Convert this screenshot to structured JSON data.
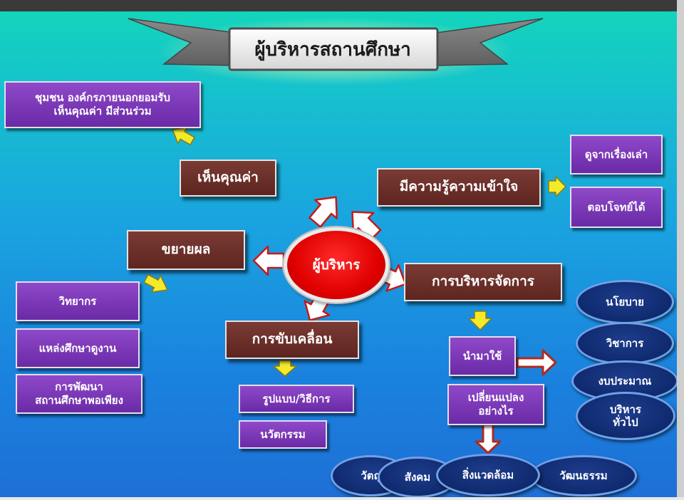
{
  "title": "ผู้บริหารสถานศึกษา",
  "center": "ผู้บริหาร",
  "nodes": {
    "see_value": "เห็นคุณค่า",
    "understanding": "มีความรู้ความเข้าใจ",
    "expand": "ขยายผล",
    "management": "การบริหารจัดการ",
    "driving": "การขับเคลื่อน"
  },
  "community": [
    "ชุมชน องค์กรภายนอกยอมรับ",
    "เห็นคุณค่า มีส่วนร่วม"
  ],
  "understanding_items": [
    "ดูจากเรื่องเล่า",
    "ตอบโจทย์ได้"
  ],
  "expand_items": [
    "วิทยากร",
    "แหล่งศึกษาดูงาน"
  ],
  "expand_item3": [
    "การพัฒนา",
    "สถานศึกษาพอเพียง"
  ],
  "driving_items": [
    "รูปแบบ/วิธีการ",
    "นวัตกรรม"
  ],
  "management_items": {
    "apply": "นำมาใช้",
    "change": [
      "เปลี่ยนแปลง",
      "อย่างไร"
    ]
  },
  "policy_ovals": [
    "นโยบาย",
    "วิชาการ",
    "งบประมาณ"
  ],
  "policy_oval4": [
    "บริหาร",
    "ทั่วไป"
  ],
  "change_ovals": [
    "วัตถุ",
    "สังคม",
    "สิ่งแวดล้อม",
    "วัฒนธรรม"
  ],
  "colors": {
    "maroon": "#6a2d27",
    "purple": "#7a36b8",
    "navy": "#0f2a6e",
    "red": "#e00000",
    "yellow": "#f4ea2a",
    "teal": "#14d2be",
    "blue": "#1e6fd6"
  }
}
